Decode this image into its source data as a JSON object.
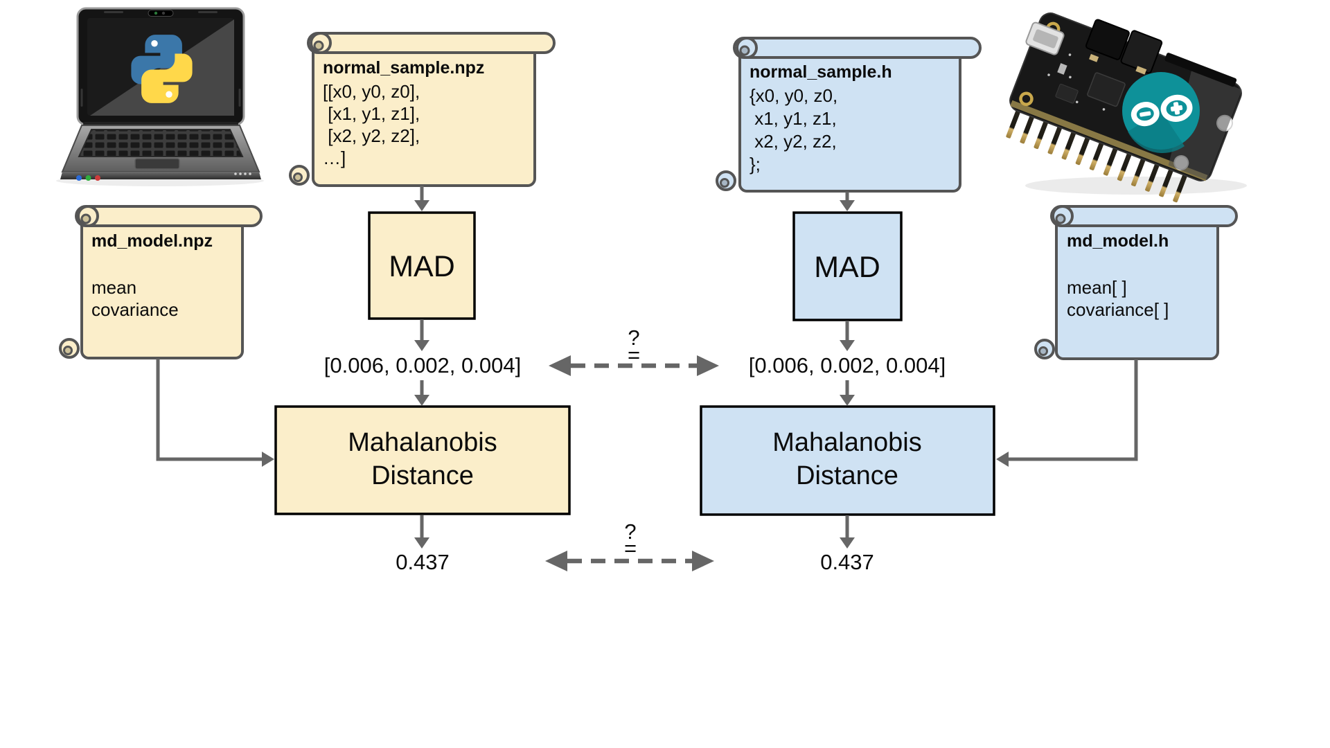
{
  "python_side": {
    "device_icon": "python-laptop",
    "sample_scroll": {
      "title": "normal_sample.npz",
      "lines": [
        "[[x0, y0, z0],",
        " [x1, y1, z1],",
        " [x2, y2, z2],",
        "…]"
      ]
    },
    "model_scroll": {
      "title": "md_model.npz",
      "lines": [
        "mean",
        "covariance"
      ]
    },
    "mad_label": "MAD",
    "mad_output": "[0.006, 0.002, 0.004]",
    "distance_line1": "Mahalanobis",
    "distance_line2": "Distance",
    "result": "0.437"
  },
  "arduino_side": {
    "device_icon": "arduino-feather-board",
    "sample_scroll": {
      "title": "normal_sample.h",
      "lines": [
        "{x0, y0, z0,",
        " x1, y1, z1,",
        " x2, y2, z2,",
        "};"
      ]
    },
    "model_scroll": {
      "title": "md_model.h",
      "lines": [
        "mean[ ]",
        "covariance[ ]"
      ]
    },
    "mad_label": "MAD",
    "mad_output": "[0.006, 0.002, 0.004]",
    "distance_line1": "Mahalanobis",
    "distance_line2": "Distance",
    "result": "0.437"
  },
  "comparisons": {
    "mad_outputs": {
      "question": "?",
      "equals": "="
    },
    "results": {
      "question": "?",
      "equals": "="
    }
  },
  "colors": {
    "python_fill": "#fbeeca",
    "arduino_fill": "#cfe2f3",
    "scroll_outline": "#555555",
    "arrow": "#666666",
    "box_border": "#000000",
    "arduino_teal": "#0e9199",
    "python_blue": "#3b77a9",
    "python_yellow": "#ffd84a"
  }
}
